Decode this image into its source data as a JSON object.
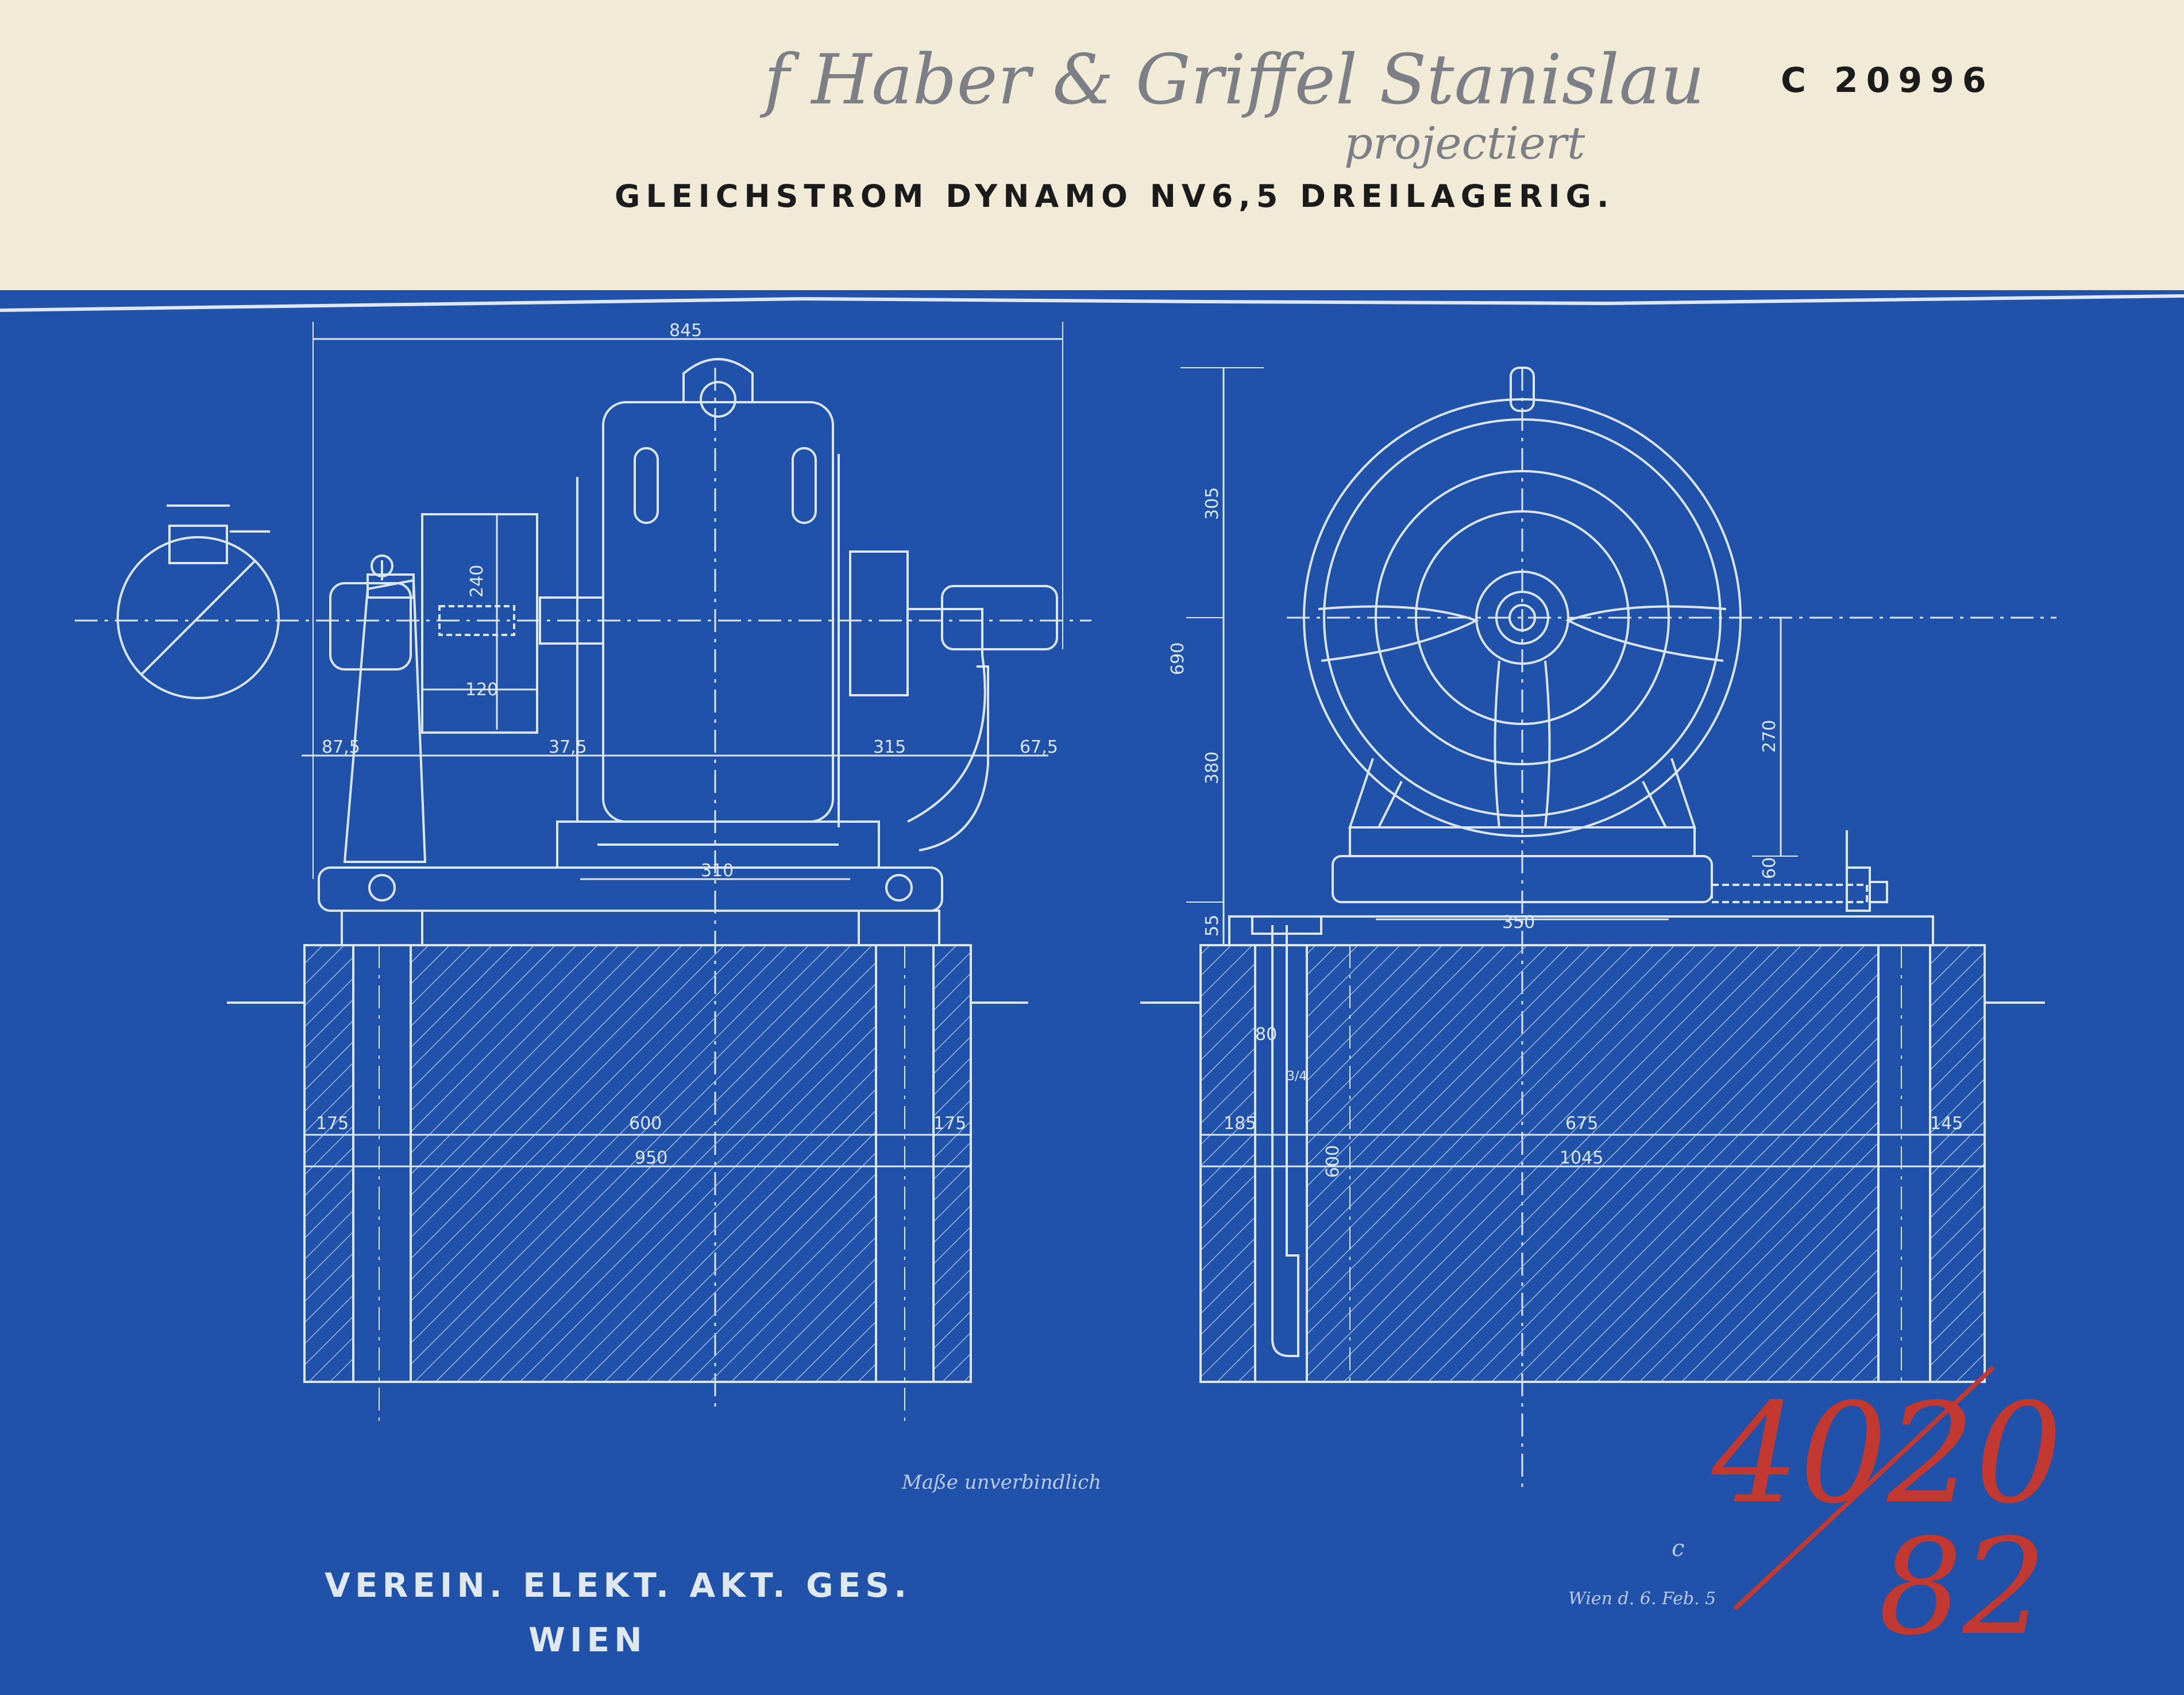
{
  "header": {
    "handwriting": "f Haber & Griffel Stanislau",
    "handwriting_projected": "projectiert",
    "title": "GLEICHSTROM DYNAMO NV6,5 DREILAGERIG.",
    "drawing_number": "C 20996"
  },
  "dimensions": {
    "side": {
      "overall_width": "845",
      "height_240": "240",
      "width_120": "120",
      "d87": "87,5",
      "d375": "37,5",
      "d315": "315",
      "d675": "67,5",
      "base310": "310",
      "f175_left": "175",
      "f600": "600",
      "f175_right": "175",
      "f950": "950"
    },
    "front": {
      "h305": "305",
      "h690": "690",
      "h380": "380",
      "h270": "270",
      "h60": "60",
      "h55": "55",
      "w350": "350",
      "d80": "80",
      "d3_4": "3/4",
      "f185": "185",
      "f675": "675",
      "f145": "145",
      "f1045": "1045",
      "f600v": "600"
    }
  },
  "notes": {
    "scale_note": "Maße unverbindlich",
    "date": "Wien d. 6. Feb. 5",
    "mark": "c"
  },
  "red_mark": {
    "top": "4020",
    "bottom": "82"
  },
  "footer": {
    "company": "VEREIN. ELEKT. AKT. GES.",
    "city": "WIEN"
  },
  "colors": {
    "paper": "#f1ead6",
    "blueprint": "#1f52a8",
    "lines": "#dbe6f1",
    "red_mark": "#c3382f"
  }
}
